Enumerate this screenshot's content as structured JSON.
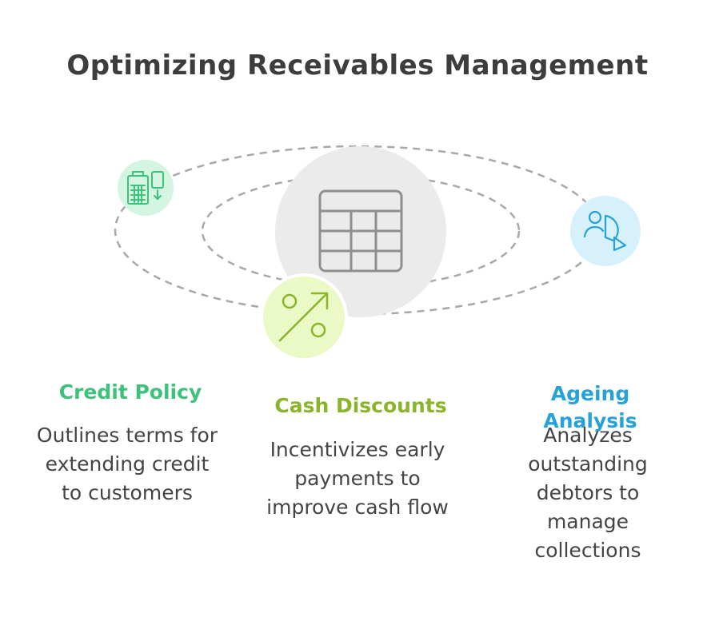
{
  "title": "Optimizing Receivables Management",
  "center_icon": "table-icon",
  "items": [
    {
      "heading": "Credit Policy",
      "description": "Outlines terms for extending credit to customers",
      "color": "#3cc27a",
      "icon": "calculator-card-icon",
      "icon_bg": "#d4f5e1"
    },
    {
      "heading": "Cash Discounts",
      "description": "Incentivizes early payments to improve cash flow",
      "color": "#8ab52a",
      "icon": "percent-arrow-icon",
      "icon_bg": "#eaf9c5"
    },
    {
      "heading": "Ageing Analysis",
      "description": "Analyzes outstanding debtors to manage collections",
      "color": "#25a2d8",
      "icon": "person-pie-chart-icon",
      "icon_bg": "#d6f1fb"
    }
  ]
}
